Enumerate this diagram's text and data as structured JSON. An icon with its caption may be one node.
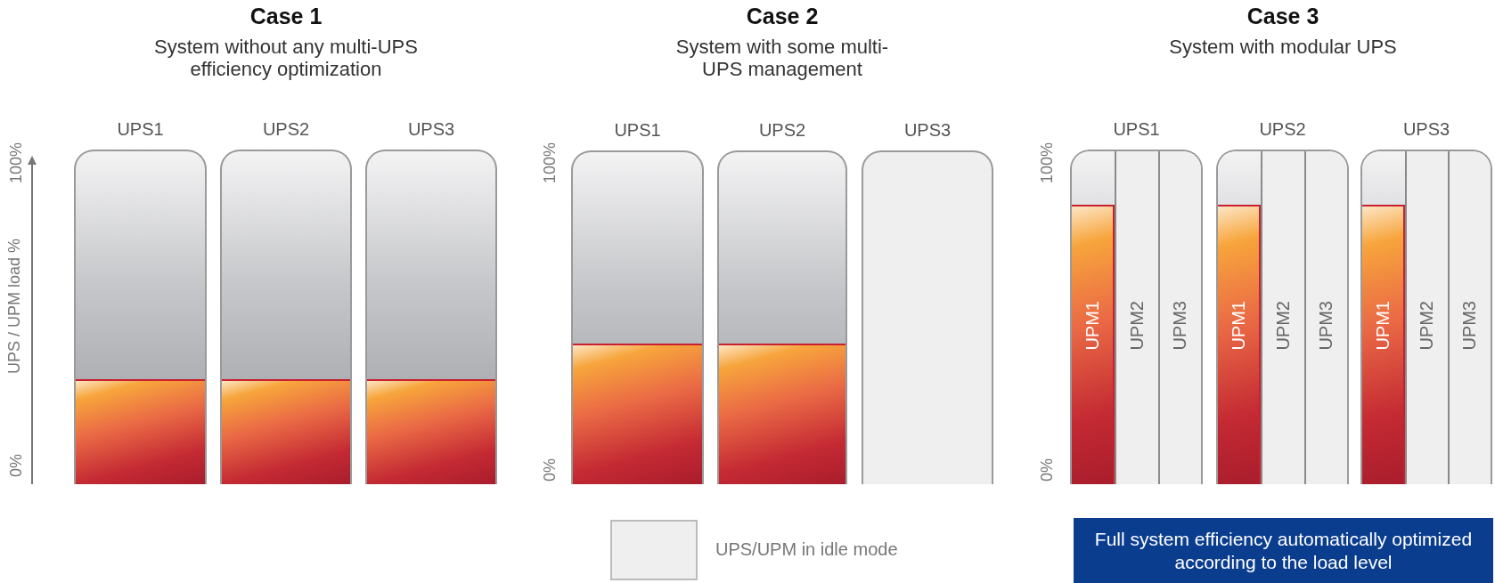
{
  "diagram": {
    "nodes": [
      {
        "text": [
          "UPS1"
        ]
      },
      {
        "text": [
          "UPS2"
        ]
      },
      {
        "text": [
          "UPS3"
        ]
      },
      {
        "text": [
          "UPS1"
        ]
      },
      {
        "text": [
          "UPS2"
        ]
      },
      {
        "text": [
          "UPS3"
        ]
      },
      {
        "text": [
          "UPS1"
        ]
      },
      {
        "text": [
          "UPM1"
        ],
        "in": 6
      },
      {
        "text": [
          "UPM2"
        ],
        "in": 6
      },
      {
        "text": [
          "UPM3"
        ],
        "in": 6
      },
      {
        "text": [
          "UPS2"
        ]
      },
      {
        "text": [
          "UPM1"
        ],
        "in": 10
      },
      {
        "text": [
          "UPM2"
        ],
        "in": 10
      },
      {
        "text": [
          "UPM3"
        ],
        "in": 10
      },
      {
        "text": [
          "UPS3"
        ]
      },
      {
        "text": [
          "UPM1"
        ],
        "in": 14
      },
      {
        "text": [
          "UPM2"
        ],
        "in": 14
      },
      {
        "text": [
          "UPM3"
        ],
        "in": 14
      },
      {
        "text": [
          "Full system efficiency automatically optimized according to the load level"
        ]
      }
    ],
    "edges": [],
    "labels": [
      "Case 1",
      "System without any multi-UPS efficiency optimization",
      "Case 2",
      "System with some multi-UPS management",
      "Case 3",
      "System with modular UPS",
      "100%",
      "UPS / UPM load %",
      "0%",
      "100%",
      "0%",
      "100%",
      "0%"
    ],
    "legend": [
      {
        "text": "UPS/UPM in idle mode",
        "color": "#efeff0"
      }
    ]
  }
}
